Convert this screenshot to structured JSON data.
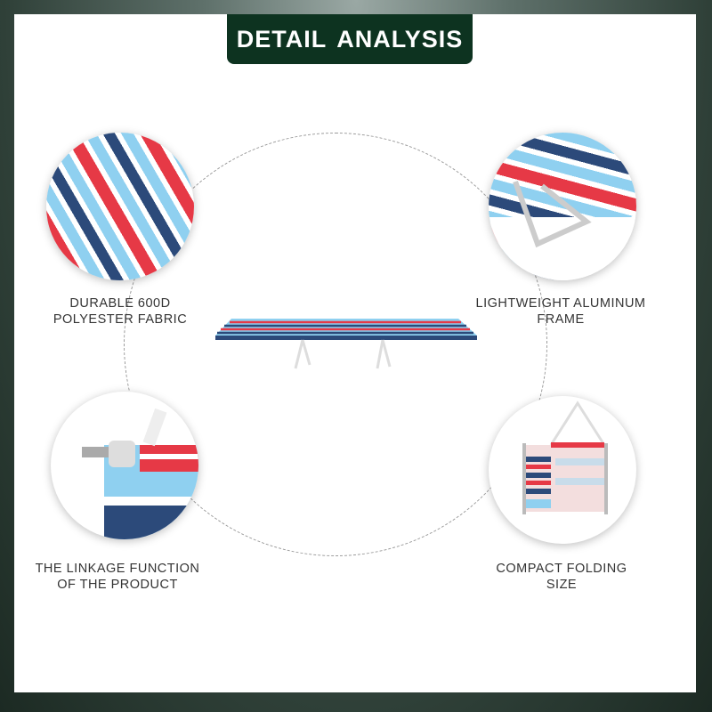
{
  "header": {
    "title": "DETAIL ANALYSIS"
  },
  "features": [
    {
      "label_line1": "DURABLE 600D",
      "label_line2": "POLYESTER FABRIC"
    },
    {
      "label_line1": "LIGHTWEIGHT ALUMINUM",
      "label_line2": "FRAME"
    },
    {
      "label_line1": "THE LINKAGE FUNCTION",
      "label_line2": "OF THE PRODUCT"
    },
    {
      "label_line1": "COMPACT FOLDING",
      "label_line2": "SIZE"
    }
  ],
  "colors": {
    "header_bg": "#0d3320",
    "red": "#e63946",
    "light_blue": "#8fd0f0",
    "navy": "#2c4a7a"
  }
}
